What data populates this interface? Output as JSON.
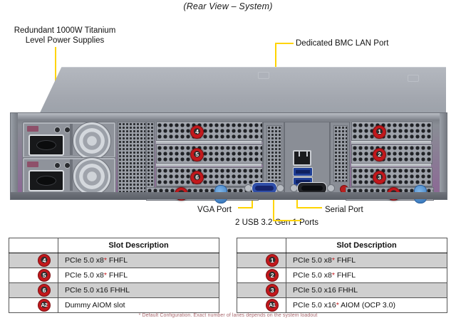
{
  "figure": {
    "title": "(Rear View – System)",
    "footnote": "* Default Configuration. Exact number of lanes depends on the system loadout"
  },
  "callouts": [
    {
      "id": "power-supplies",
      "label": "Redundant 1000W Titanium\nLevel Power Supplies",
      "line1": "Redundant  1000W Titanium",
      "line2": "Level Power Supplies"
    },
    {
      "id": "bmc-lan",
      "label": "Dedicated BMC LAN Port"
    },
    {
      "id": "vga",
      "label": "VGA Port"
    },
    {
      "id": "serial",
      "label": "Serial Port"
    },
    {
      "id": "usb",
      "label": "2 USB 3.2 Gen 1 Ports"
    }
  ],
  "chassis_badges": {
    "left_group": [
      "4",
      "5",
      "6"
    ],
    "left_aiom": "A2",
    "right_group": [
      "1",
      "2",
      "3"
    ],
    "right_aiom": "A1"
  },
  "tables": {
    "left": {
      "header_blank": "",
      "header_desc": "Slot Description",
      "rows": [
        {
          "badge": "4",
          "desc_pre": "PCIe 5.0 x8",
          "star": "*",
          "desc_post": " FHFL"
        },
        {
          "badge": "5",
          "desc_pre": "PCIe 5.0 x8",
          "star": "*",
          "desc_post": " FHFL"
        },
        {
          "badge": "6",
          "desc_pre": "PCIe 5.0 x16",
          "star": "",
          "desc_post": " FHHL"
        },
        {
          "badge": "A2",
          "desc_pre": "Dummy AIOM slot",
          "star": "",
          "desc_post": ""
        }
      ]
    },
    "right": {
      "header_blank": "",
      "header_desc": "Slot Description",
      "rows": [
        {
          "badge": "1",
          "desc_pre": "PCIe 5.0 x8",
          "star": "*",
          "desc_post": " FHFL"
        },
        {
          "badge": "2",
          "desc_pre": "PCIe 5.0 x8",
          "star": "*",
          "desc_post": " FHFL"
        },
        {
          "badge": "3",
          "desc_pre": "PCIe 5.0 x16",
          "star": "",
          "desc_post": " FHHL"
        },
        {
          "badge": "A1",
          "desc_pre": "PCIe 5.0 x16",
          "star": "*",
          "desc_post": " AIOM (OCP 3.0)"
        }
      ]
    }
  },
  "colors": {
    "badge_red": "#c2181c",
    "leader_yellow": "#ffd400",
    "chassis_gray": "#8a8e96",
    "lid_gray": "#a6aab2",
    "table_shade": "#cfcfcf",
    "footnote_color": "#a8666c"
  }
}
